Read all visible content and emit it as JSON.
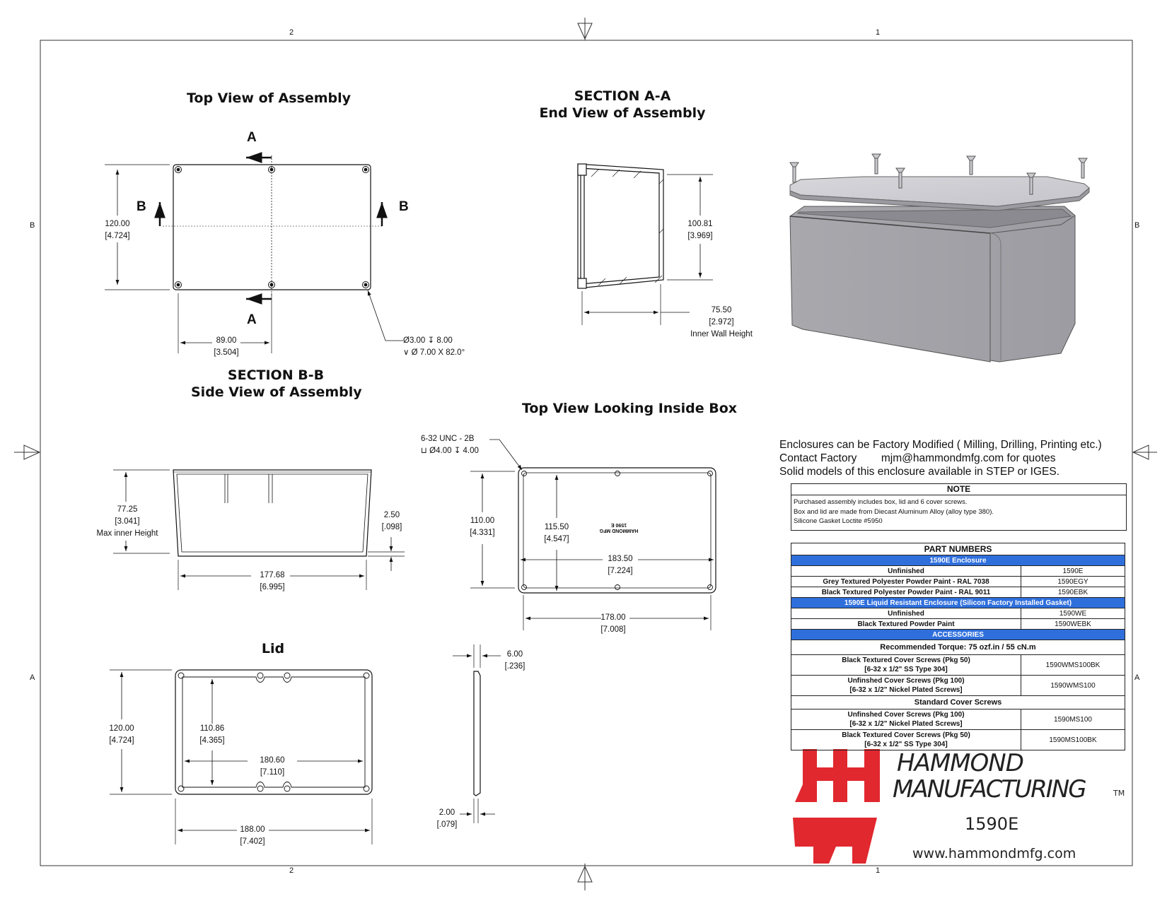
{
  "border": {
    "zones_top": [
      "2",
      "1"
    ],
    "zones_side": [
      "B",
      "A"
    ]
  },
  "views": {
    "top_view_title": "Top View of Assembly",
    "section_aa_title": "SECTION A-A",
    "end_view_title": "End View of Assembly",
    "section_bb_title": "SECTION B-B",
    "side_view_title": "Side View of Assembly",
    "inside_view_title": "Top View Looking Inside Box",
    "lid_title": "Lid"
  },
  "section_labels": {
    "a": "A",
    "b": "B"
  },
  "dimensions": {
    "top_height": [
      "120.00",
      "[4.724]"
    ],
    "top_spacing": [
      "89.00",
      "[3.504]"
    ],
    "top_hole": [
      "Ø3.00 ↧ 8.00",
      "∨ Ø 7.00 X 82.0°"
    ],
    "end_height": [
      "100.81",
      "[3.969]"
    ],
    "end_width": [
      "75.50",
      "[2.972]",
      "Inner Wall Height"
    ],
    "side_height": [
      "77.25",
      "[3.041]",
      "Max inner Height"
    ],
    "side_wall": [
      "2.50",
      "[.098]"
    ],
    "side_length": [
      "177.68",
      "[6.995]"
    ],
    "inside_thread": [
      "6-32 UNC - 2B",
      "⊔ Ø4.00 ↧ 4.00"
    ],
    "inside_height_outer": [
      "110.00",
      "[4.331]"
    ],
    "inside_height_inner": [
      "115.50",
      "[4.547]"
    ],
    "inside_width_inner": [
      "183.50",
      "[7.224]"
    ],
    "inside_width_outer": [
      "178.00",
      "[7.008]"
    ],
    "inside_stamp": [
      "HAMMOND MFG",
      "1590 E"
    ],
    "lid_height": [
      "120.00",
      "[4.724]"
    ],
    "lid_inner_height": [
      "110.86",
      "[4.365]"
    ],
    "lid_inner_width": [
      "180.60",
      "[7.110]"
    ],
    "lid_width": [
      "188.00",
      "[7.402]"
    ],
    "lid_thick": [
      "6.00",
      "[.236]"
    ],
    "lid_rim": [
      "2.00",
      "[.079]"
    ]
  },
  "notes": {
    "line1": "Enclosures can be Factory Modified ( Milling, Drilling, Printing etc.)",
    "line2": "Contact Factory        mjm@hammondmfg.com for quotes",
    "line3": "Solid models of this enclosure available in STEP or IGES.",
    "note_header": "NOTE",
    "note_lines": [
      "Purchased assembly includes box, lid and 6 cover screws.",
      "Box and lid are made from Diecast Aluminum Alloy (alloy type 380).",
      "Silicone Gasket Loctite #5950"
    ]
  },
  "parts": {
    "header": "PART NUMBERS",
    "group1": "1590E Enclosure",
    "rows1": [
      {
        "desc": "Unfinished",
        "pn": "1590E"
      },
      {
        "desc": "Grey Textured Polyester Powder Paint - RAL 7038",
        "pn": "1590EGY"
      },
      {
        "desc": "Black Textured Polyester Powder Paint - RAL 9011",
        "pn": "1590EBK"
      }
    ],
    "group2": "1590E Liquid Resistant Enclosure (Silicon Factory Installed Gasket)",
    "rows2": [
      {
        "desc": "Unfinished",
        "pn": "1590WE"
      },
      {
        "desc": "Black Textured Powder Paint",
        "pn": "1590WEBK"
      }
    ],
    "group3": "ACCESSORIES",
    "torque": "Recommended Torque: 75 ozf.in / 55 cN.m",
    "acc_rows": [
      {
        "desc1": "Black Textured Cover Screws (Pkg 50)",
        "desc2": "[6-32 x 1/2\" SS Type 304]",
        "pn": "1590WMS100BK"
      },
      {
        "desc1": "Unfinshed Cover Screws (Pkg 100)",
        "desc2": "[6-32 x 1/2\" Nickel Plated Screws]",
        "pn": "1590WMS100"
      }
    ],
    "standard_header": "Standard Cover Screws",
    "std_rows": [
      {
        "desc1": "Unfinshed Cover Screws (Pkg 100)",
        "desc2": "[6-32 x 1/2\" Nickel Plated Screws]",
        "pn": "1590MS100"
      },
      {
        "desc1": "Black Textured Cover Screws (Pkg 50)",
        "desc2": "[6-32 x 1/2\" SS Type 304]",
        "pn": "1590MS100BK"
      }
    ]
  },
  "brand": {
    "name1": "HAMMOND",
    "name2": "MANUFACTURING",
    "tm": "TM",
    "model": "1590E",
    "url": "www.hammondmfg.com",
    "logo_color": "#e0282e",
    "accent_blue": "#2f6fdc"
  }
}
